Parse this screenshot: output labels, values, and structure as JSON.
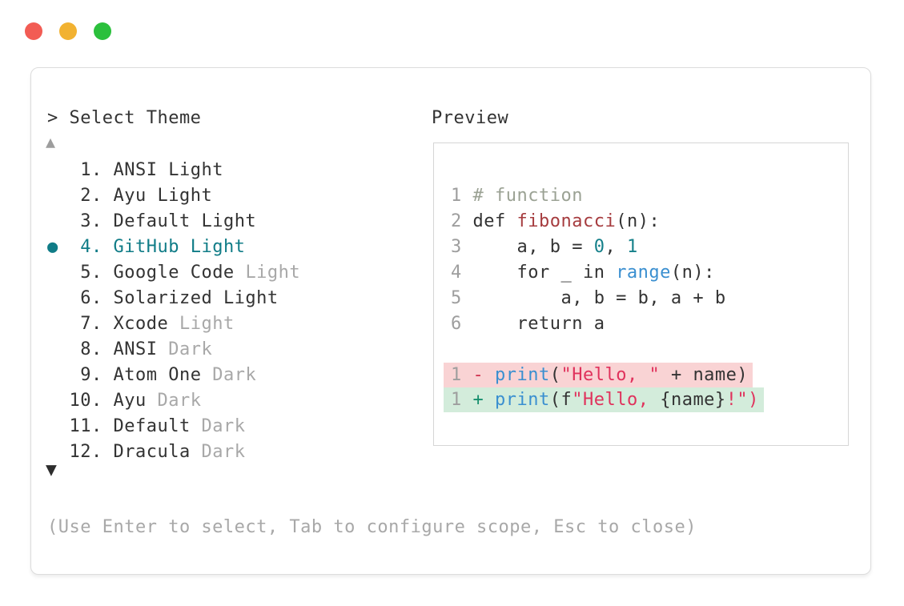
{
  "colors": {
    "light_red": "#f25c54",
    "light_yellow": "#f2b231",
    "light_green": "#2bc03c",
    "accent_teal": "#107c87",
    "text_dark": "#333333",
    "text_muted": "#a8a8a8",
    "line_number": "#9e9e9e",
    "comment": "#9ba294",
    "func_red": "#a63c3f",
    "number_teal": "#15808a",
    "builtin_blue": "#3a8fd0",
    "string_crimson": "#e0325c",
    "diff_removed_fg": "#d0334f",
    "diff_added_fg": "#178f6e",
    "diff_removed_bg": "#f9d3d4",
    "diff_added_bg": "#d3ecdb"
  },
  "window": {
    "traffic_lights": [
      "close",
      "minimize",
      "zoom"
    ]
  },
  "theme_picker": {
    "prompt": "> Select Theme",
    "scroll_up_symbol": "▲",
    "scroll_down_symbol": "▼",
    "bullet_symbol": "●",
    "items": [
      {
        "num": "1",
        "name": "ANSI",
        "suffix": "Light",
        "suffix_muted": false,
        "selected": false
      },
      {
        "num": "2",
        "name": "Ayu",
        "suffix": "Light",
        "suffix_muted": false,
        "selected": false
      },
      {
        "num": "3",
        "name": "Default",
        "suffix": "Light",
        "suffix_muted": false,
        "selected": false
      },
      {
        "num": "4",
        "name": "GitHub",
        "suffix": "Light",
        "suffix_muted": false,
        "selected": true
      },
      {
        "num": "5",
        "name": "Google Code",
        "suffix": "Light",
        "suffix_muted": true,
        "selected": false
      },
      {
        "num": "6",
        "name": "Solarized",
        "suffix": "Light",
        "suffix_muted": false,
        "selected": false
      },
      {
        "num": "7",
        "name": "Xcode",
        "suffix": "Light",
        "suffix_muted": true,
        "selected": false
      },
      {
        "num": "8",
        "name": "ANSI",
        "suffix": "Dark",
        "suffix_muted": true,
        "selected": false
      },
      {
        "num": "9",
        "name": "Atom One",
        "suffix": "Dark",
        "suffix_muted": true,
        "selected": false
      },
      {
        "num": "10",
        "name": "Ayu",
        "suffix": "Dark",
        "suffix_muted": true,
        "selected": false
      },
      {
        "num": "11",
        "name": "Default",
        "suffix": "Dark",
        "suffix_muted": true,
        "selected": false
      },
      {
        "num": "12",
        "name": "Dracula",
        "suffix": "Dark",
        "suffix_muted": true,
        "selected": false
      }
    ],
    "hint": "(Use Enter to select, Tab to configure scope, Esc to close)"
  },
  "preview": {
    "title": "Preview",
    "code_lines": [
      [
        {
          "t": "1 ",
          "c": "ln"
        },
        {
          "t": "# function",
          "c": "comment"
        }
      ],
      [
        {
          "t": "2 ",
          "c": "ln"
        },
        {
          "t": "def ",
          "c": "code"
        },
        {
          "t": "fibonacci",
          "c": "func"
        },
        {
          "t": "(n):",
          "c": "code"
        }
      ],
      [
        {
          "t": "3 ",
          "c": "ln"
        },
        {
          "t": "    a, b = ",
          "c": "code"
        },
        {
          "t": "0",
          "c": "num"
        },
        {
          "t": ", ",
          "c": "code"
        },
        {
          "t": "1",
          "c": "num"
        }
      ],
      [
        {
          "t": "4 ",
          "c": "ln"
        },
        {
          "t": "    for _ in ",
          "c": "code"
        },
        {
          "t": "range",
          "c": "builtin"
        },
        {
          "t": "(n):",
          "c": "code"
        }
      ],
      [
        {
          "t": "5 ",
          "c": "ln"
        },
        {
          "t": "        a, b = b, a + b",
          "c": "code"
        }
      ],
      [
        {
          "t": "6 ",
          "c": "ln"
        },
        {
          "t": "    return a",
          "c": "code"
        }
      ]
    ],
    "diff_lines": [
      {
        "kind": "removed",
        "tokens": [
          {
            "t": "1 ",
            "c": "ln"
          },
          {
            "t": "- ",
            "c": "removed"
          },
          {
            "t": "print",
            "c": "builtin"
          },
          {
            "t": "(",
            "c": "code"
          },
          {
            "t": "\"Hello, \"",
            "c": "string"
          },
          {
            "t": " + name)",
            "c": "code"
          }
        ]
      },
      {
        "kind": "added",
        "tokens": [
          {
            "t": "1 ",
            "c": "ln"
          },
          {
            "t": "+ ",
            "c": "added"
          },
          {
            "t": "print",
            "c": "builtin"
          },
          {
            "t": "(f",
            "c": "code"
          },
          {
            "t": "\"Hello, ",
            "c": "string"
          },
          {
            "t": "{name}",
            "c": "code"
          },
          {
            "t": "!\")",
            "c": "string"
          }
        ]
      }
    ]
  }
}
